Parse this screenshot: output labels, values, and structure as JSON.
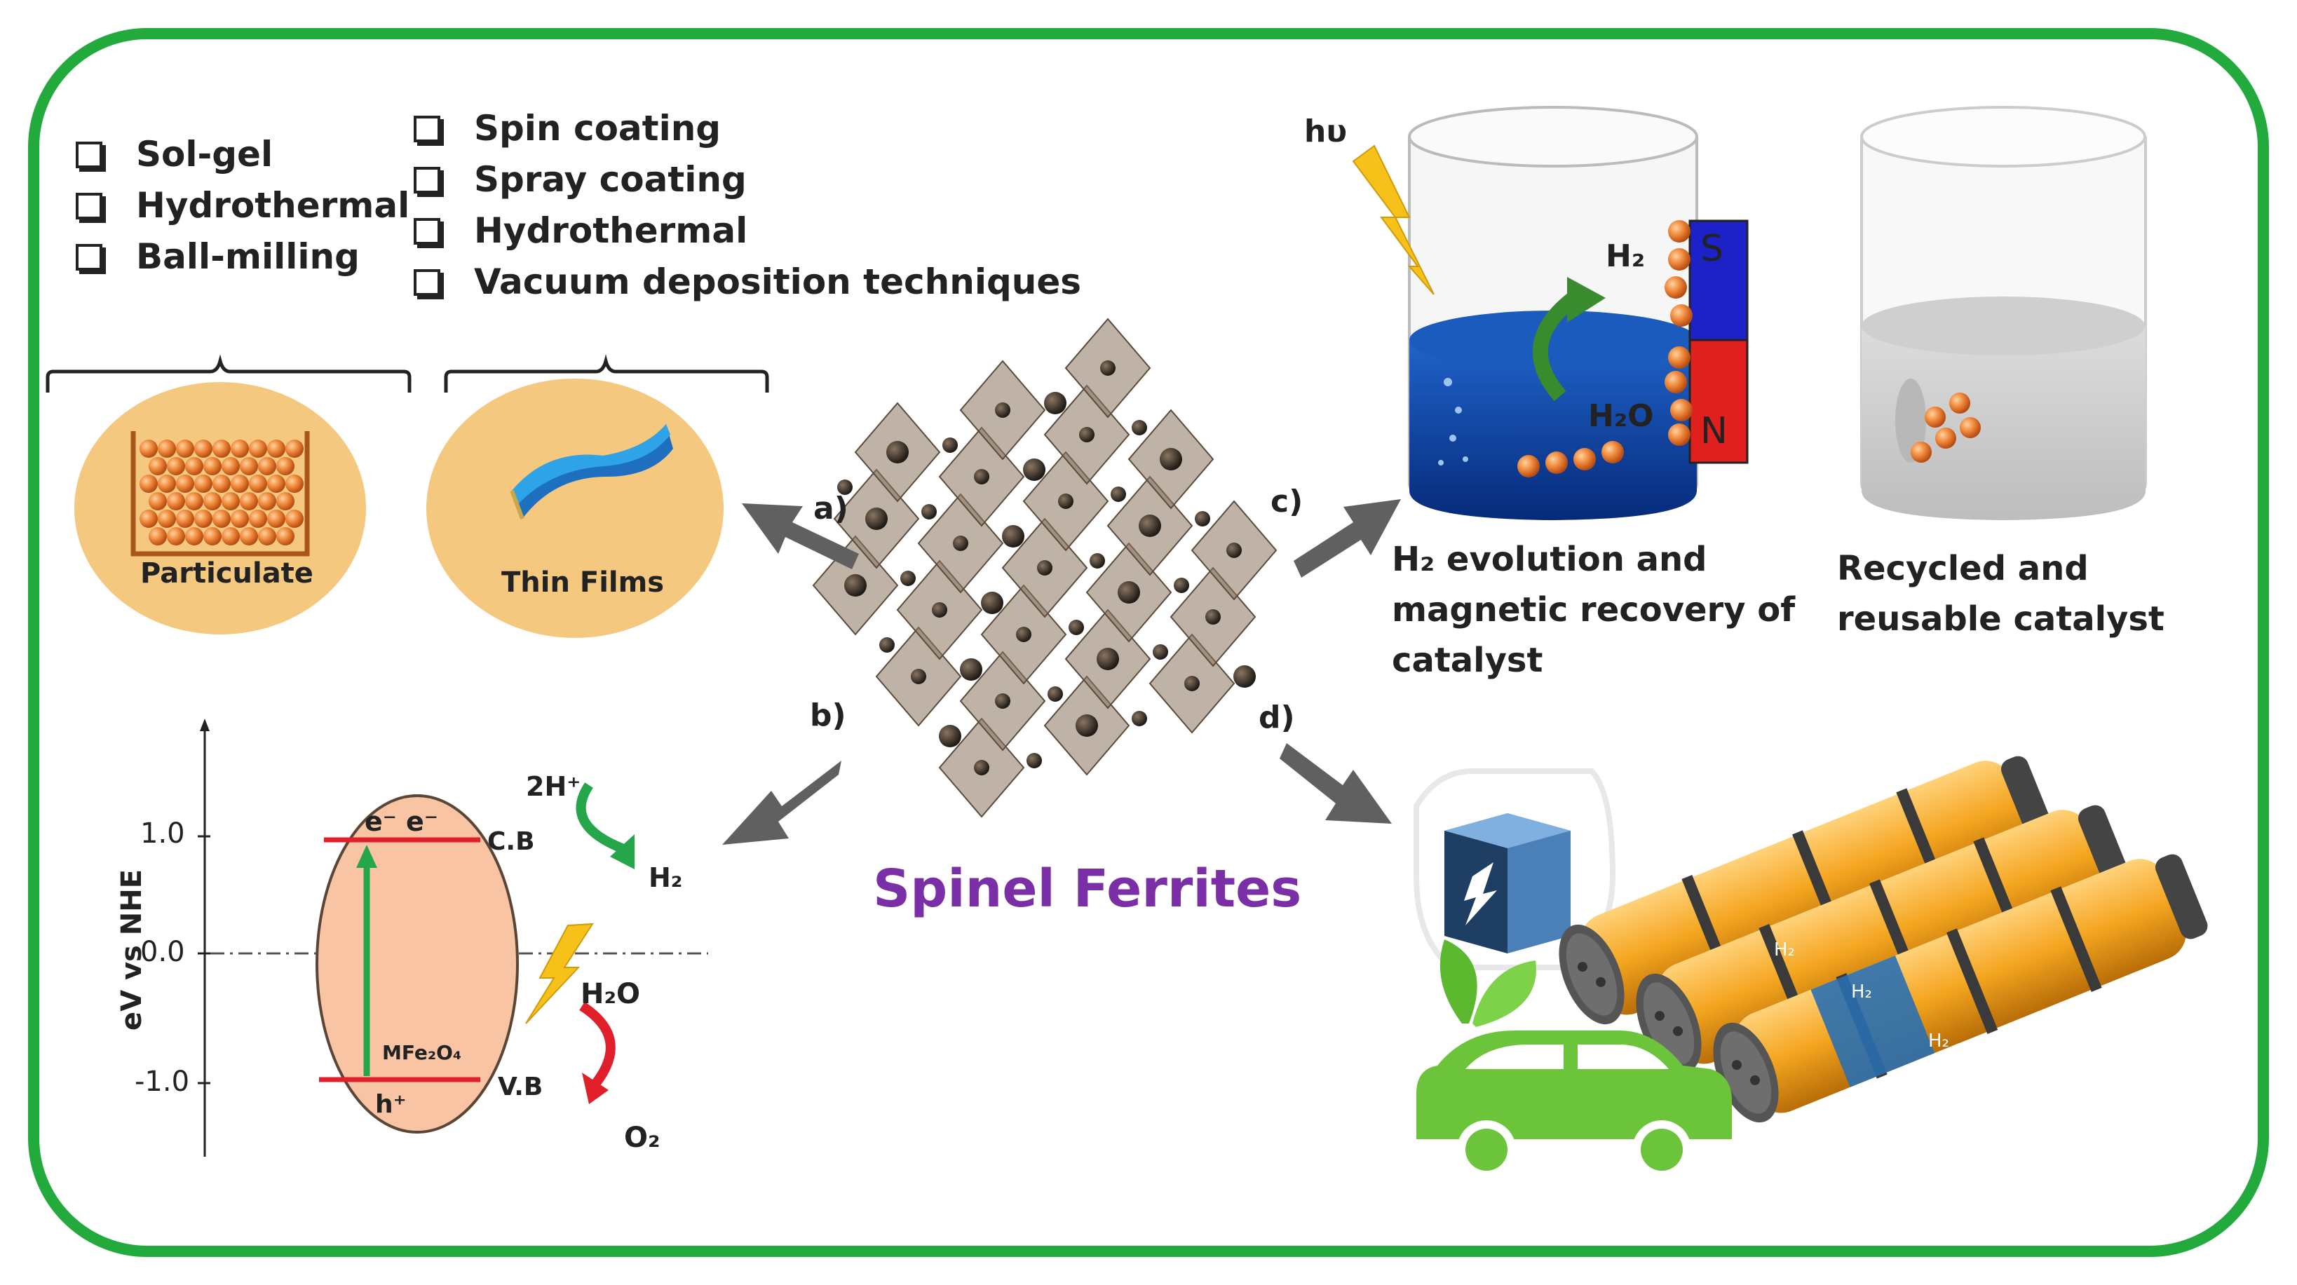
{
  "methods_particulate": [
    "Sol-gel",
    "Hydrothermal",
    "Ball-milling"
  ],
  "methods_thin_films": [
    "Spin coating",
    "Spray coating",
    "Hydrothermal",
    "Vacuum deposition techniques"
  ],
  "particulate_label": "Particulate",
  "thin_films_label": "Thin Films",
  "center_title": "Spinel Ferrites",
  "arrow_labels": {
    "a": "a)",
    "b": "b)",
    "c": "c)",
    "d": "d)"
  },
  "band": {
    "yaxis_label": "eV vs NHE",
    "ticks": [
      "1.0",
      "0.0",
      "-1.0"
    ],
    "electrons": "e⁻ e⁻",
    "holes": "h⁺",
    "cb": "C.B",
    "vb": "V.B",
    "material": "MFe₂O₄",
    "h_plus": "2H⁺",
    "h2": "H₂",
    "h2o": "H₂O",
    "o2": "O₂"
  },
  "beaker": {
    "hv": "hυ",
    "h2": "H₂",
    "h2o": "H₂O",
    "magnet_s": "S",
    "magnet_n": "N",
    "caption": [
      "H₂ evolution and",
      "magnetic recovery of",
      "catalyst"
    ],
    "recycled_caption": [
      "Recycled and",
      "reusable catalyst"
    ]
  },
  "cylinders_labels": [
    "H₂",
    "H₂",
    "H₂"
  ],
  "colors": {
    "frame": "#22aa3c",
    "title": "#7b2fa6",
    "arrow": "#606060",
    "ellipse": "#f4c77e",
    "band_fill": "#f8c4a4"
  }
}
